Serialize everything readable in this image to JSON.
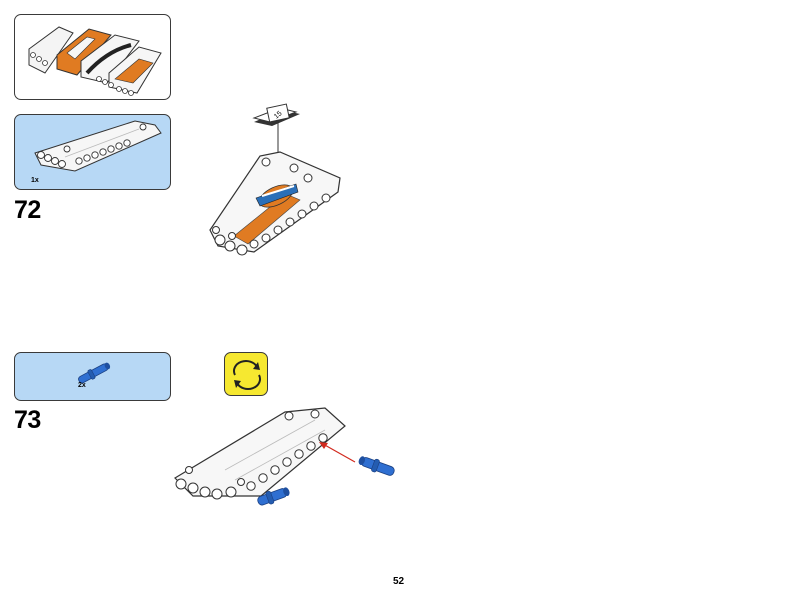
{
  "overview": {
    "icon": "assembled-panels-overview"
  },
  "steps": [
    {
      "number": "72",
      "parts": [
        {
          "qty": "1x",
          "part": "white-wing-panel-with-decal"
        }
      ],
      "callout_icon": "sticker-sheet-icon",
      "callout_label": "15"
    },
    {
      "number": "73",
      "parts": [
        {
          "qty": "2x",
          "part": "blue-connector-pin"
        }
      ],
      "rotate_icon": "rotate-model-icon"
    }
  ],
  "page_number": "52",
  "colors": {
    "parts_box_bg": "#b7d8f5",
    "rotate_box_bg": "#f6e830",
    "decal_orange": "#e07b22",
    "pin_blue": "#2f6fd1",
    "arrow_red": "#d22a1e"
  }
}
